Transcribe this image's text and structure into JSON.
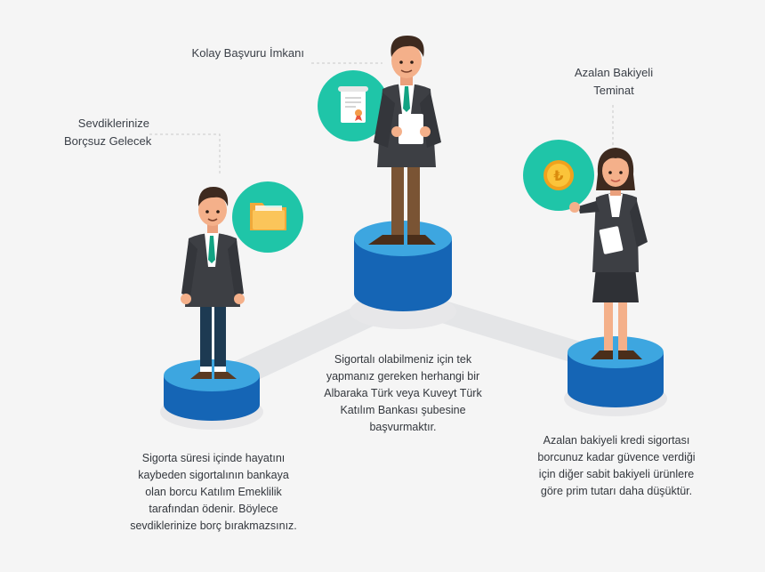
{
  "labels": {
    "left": [
      "Sevdiklerinize",
      "Borçsuz Gelecek"
    ],
    "center": "Kolay Başvuru İmkanı",
    "right": [
      "Azalan Bakiyeli",
      "Teminat"
    ]
  },
  "descriptions": {
    "left": [
      "Sigorta süresi içinde hayatını",
      "kaybeden sigortalının bankaya",
      "olan borcu Katılım Emeklilik",
      "tarafından ödenir. Böylece",
      "sevdiklerinize borç bırakmazsınız."
    ],
    "center": [
      "Sigortalı olabilmeniz için tek",
      "yapmanız gereken herhangi bir",
      "Albaraka Türk veya Kuveyt Türk",
      "Katılım Bankası şubesine",
      "başvurmaktır."
    ],
    "right": [
      "Azalan bakiyeli kredi sigortası",
      "borcunuz kadar güvence verdiği",
      "için diğer sabit bakiyeli ürünlere",
      "göre prim tutarı daha düşüktür."
    ]
  },
  "icons": {
    "left": "folder-icon",
    "center": "certificate-document-icon",
    "right": "lira-coin-icon"
  },
  "colors": {
    "teal": "#1fc5a8",
    "pedestal_top": "#3da6e0",
    "pedestal_side": "#1565b5",
    "suit": "#3d3f44",
    "tie": "#12a383"
  }
}
